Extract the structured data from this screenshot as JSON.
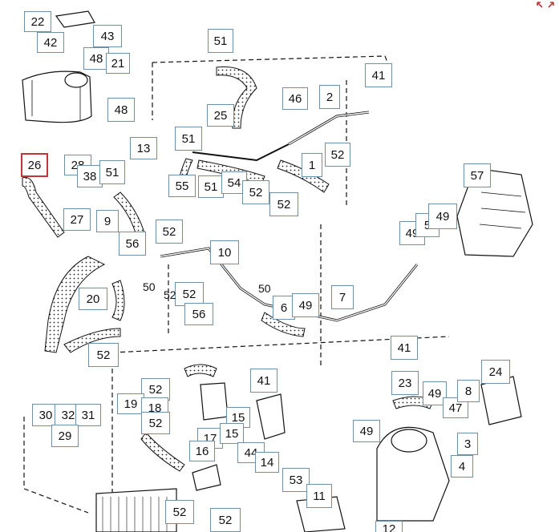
{
  "diagram": {
    "selected_callout": "26",
    "accent_color": "#c0353a",
    "callout_border_color": "#6e8fa6",
    "callouts": [
      {
        "id": "c22",
        "label": "22"
      },
      {
        "id": "c42",
        "label": "42"
      },
      {
        "id": "c43",
        "label": "43"
      },
      {
        "id": "c48a",
        "label": "48"
      },
      {
        "id": "c21",
        "label": "21"
      },
      {
        "id": "c48b",
        "label": "48"
      },
      {
        "id": "c51a",
        "label": "51"
      },
      {
        "id": "c25",
        "label": "25"
      },
      {
        "id": "c46",
        "label": "46"
      },
      {
        "id": "c2",
        "label": "2"
      },
      {
        "id": "c41a",
        "label": "41"
      },
      {
        "id": "c26",
        "label": "26"
      },
      {
        "id": "c13",
        "label": "13"
      },
      {
        "id": "c28",
        "label": "28"
      },
      {
        "id": "c38",
        "label": "38"
      },
      {
        "id": "c51b",
        "label": "51"
      },
      {
        "id": "c27",
        "label": "27"
      },
      {
        "id": "c51c",
        "label": "51"
      },
      {
        "id": "c55",
        "label": "55"
      },
      {
        "id": "c51d",
        "label": "51"
      },
      {
        "id": "c54",
        "label": "54"
      },
      {
        "id": "c52a",
        "label": "52"
      },
      {
        "id": "c52b",
        "label": "52"
      },
      {
        "id": "c1",
        "label": "1"
      },
      {
        "id": "c52c",
        "label": "52"
      },
      {
        "id": "c57",
        "label": "57"
      },
      {
        "id": "c9",
        "label": "9"
      },
      {
        "id": "c49a",
        "label": "49"
      },
      {
        "id": "c5",
        "label": "5"
      },
      {
        "id": "c49b",
        "label": "49"
      },
      {
        "id": "c56a",
        "label": "56"
      },
      {
        "id": "c52d",
        "label": "52"
      },
      {
        "id": "c10",
        "label": "10"
      },
      {
        "id": "c20",
        "label": "20"
      },
      {
        "id": "c52e",
        "label": "52"
      },
      {
        "id": "c56b",
        "label": "56"
      },
      {
        "id": "c6",
        "label": "6"
      },
      {
        "id": "c49c",
        "label": "49"
      },
      {
        "id": "c7",
        "label": "7"
      },
      {
        "id": "c41b",
        "label": "41"
      },
      {
        "id": "c52f",
        "label": "52"
      },
      {
        "id": "c41c",
        "label": "41"
      },
      {
        "id": "c23",
        "label": "23"
      },
      {
        "id": "c24",
        "label": "24"
      },
      {
        "id": "c52g",
        "label": "52"
      },
      {
        "id": "c19",
        "label": "19"
      },
      {
        "id": "c18",
        "label": "18"
      },
      {
        "id": "c52h",
        "label": "52"
      },
      {
        "id": "c15a",
        "label": "15"
      },
      {
        "id": "c17",
        "label": "17"
      },
      {
        "id": "c15b",
        "label": "15"
      },
      {
        "id": "c44",
        "label": "44"
      },
      {
        "id": "c14",
        "label": "14"
      },
      {
        "id": "c16",
        "label": "16"
      },
      {
        "id": "c30",
        "label": "30"
      },
      {
        "id": "c32",
        "label": "32"
      },
      {
        "id": "c31",
        "label": "31"
      },
      {
        "id": "c29",
        "label": "29"
      },
      {
        "id": "c49d",
        "label": "49"
      },
      {
        "id": "c47",
        "label": "47"
      },
      {
        "id": "c8",
        "label": "8"
      },
      {
        "id": "c3",
        "label": "3"
      },
      {
        "id": "c4",
        "label": "4"
      },
      {
        "id": "c49e",
        "label": "49"
      },
      {
        "id": "c53",
        "label": "53"
      },
      {
        "id": "c11",
        "label": "11"
      },
      {
        "id": "c12",
        "label": "12"
      },
      {
        "id": "c52i",
        "label": "52"
      },
      {
        "id": "c52j",
        "label": "52"
      }
    ],
    "loose_labels": [
      {
        "id": "t50a",
        "label": "50"
      },
      {
        "id": "t52a",
        "label": "52"
      },
      {
        "id": "t50b",
        "label": "50"
      }
    ]
  },
  "toolbar": {
    "expand_icon": "expand-icon"
  }
}
